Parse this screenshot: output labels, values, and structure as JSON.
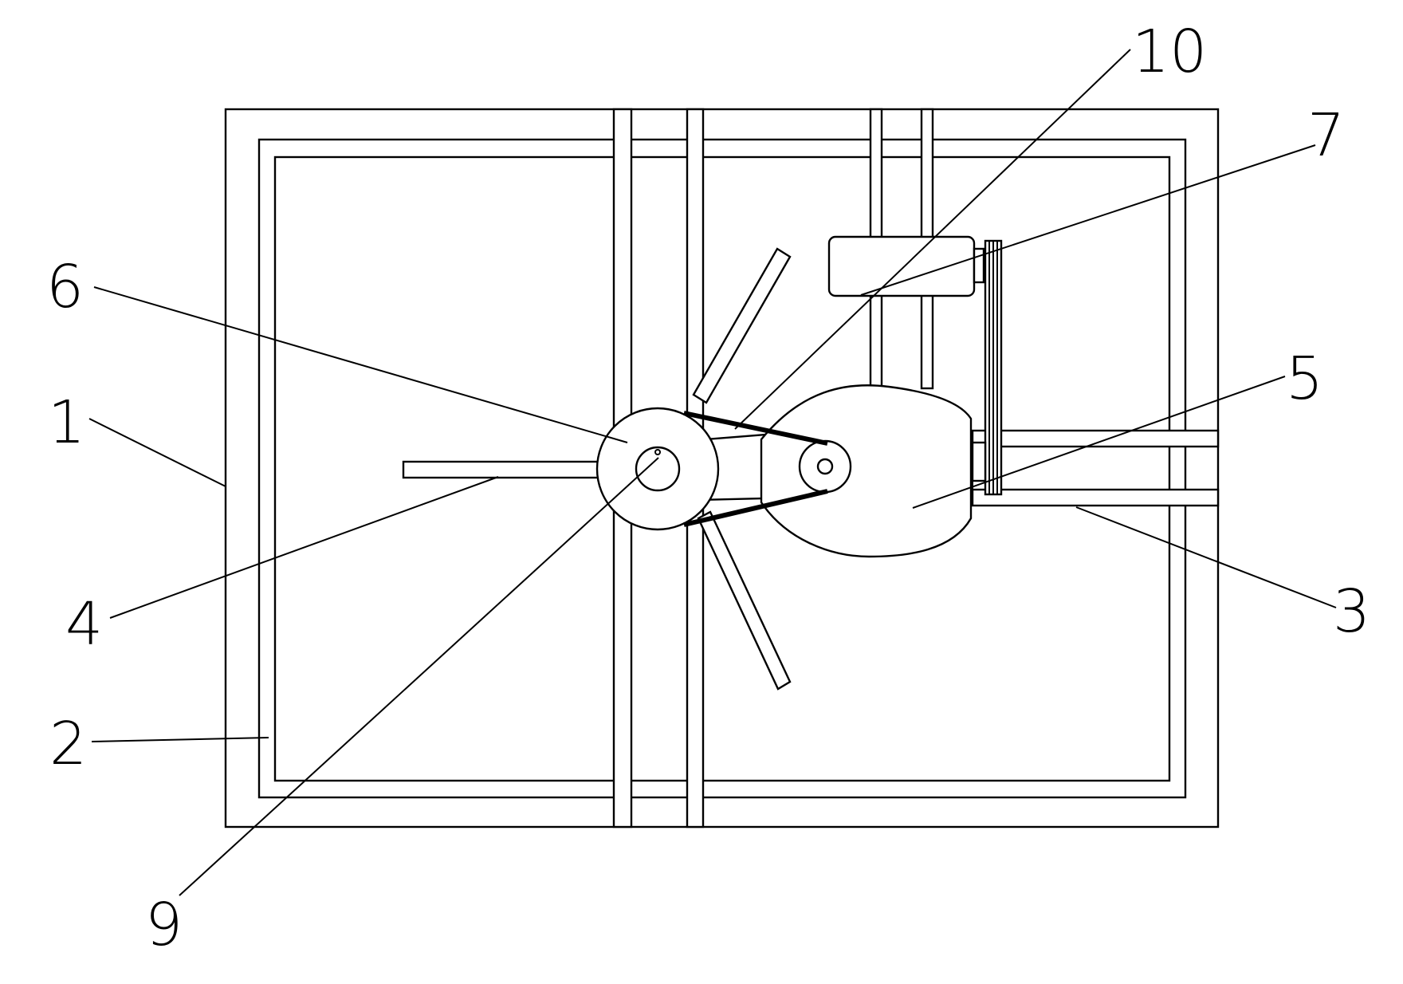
{
  "labels": {
    "frame": "1",
    "inner_frame": "2",
    "right_arm": "3",
    "left_arm": "4",
    "housing": "5",
    "large_pulley": "6",
    "motor": "7",
    "shaft": "9",
    "belt": "10"
  },
  "colors": {
    "line": "#000000",
    "background": "#ffffff"
  }
}
